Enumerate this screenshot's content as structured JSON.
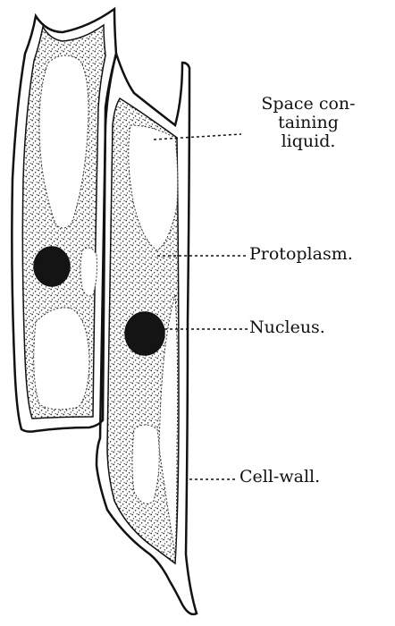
{
  "labels": {
    "space_line1": "Space con-",
    "space_line2": "taining",
    "space_line3": "liquid.",
    "protoplasm": "Protoplasm.",
    "nucleus": "Nucleus.",
    "cell_wall": "Cell-wall."
  },
  "colors": {
    "ink": "#111111",
    "stipple": "#2a2a2a",
    "nucleus_fill": "#141414",
    "background": "#ffffff"
  }
}
